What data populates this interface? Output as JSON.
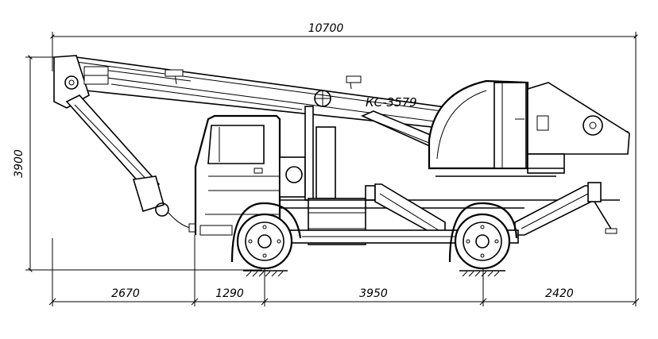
{
  "drawing": {
    "model_label": "КС-3579",
    "dimensions": {
      "overall_length": "10700",
      "overall_height": "3900",
      "front_overhang": "2670",
      "cab_to_front_axle": "1290",
      "wheelbase": "3950",
      "rear_overhang": "2420"
    }
  }
}
